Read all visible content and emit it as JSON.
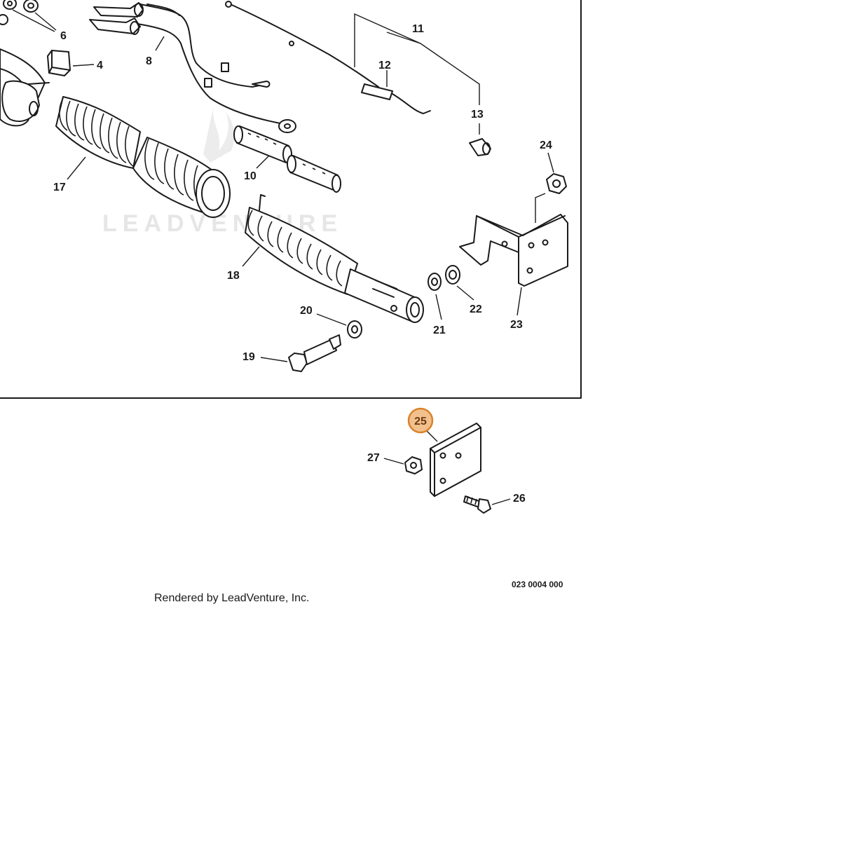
{
  "watermark": {
    "text": "LEADVENTURE"
  },
  "callouts": {
    "c4": "4",
    "c6": "6",
    "c8": "8",
    "c10": "10",
    "c11": "11",
    "c12": "12",
    "c13": "13",
    "c17": "17",
    "c18": "18",
    "c19": "19",
    "c20": "20",
    "c21": "21",
    "c22": "22",
    "c23": "23",
    "c24": "24",
    "c25": "25",
    "c26": "26",
    "c27": "27"
  },
  "highlighted_part": "25",
  "footer": {
    "drawing_number": "023 0004 000",
    "credit": "Rendered by LeadVenture, Inc."
  },
  "colors": {
    "line": "#1a1a1a",
    "highlight_fill": "#f2c08c",
    "highlight_stroke": "#d9822b",
    "watermark": "#e6e6e6"
  }
}
